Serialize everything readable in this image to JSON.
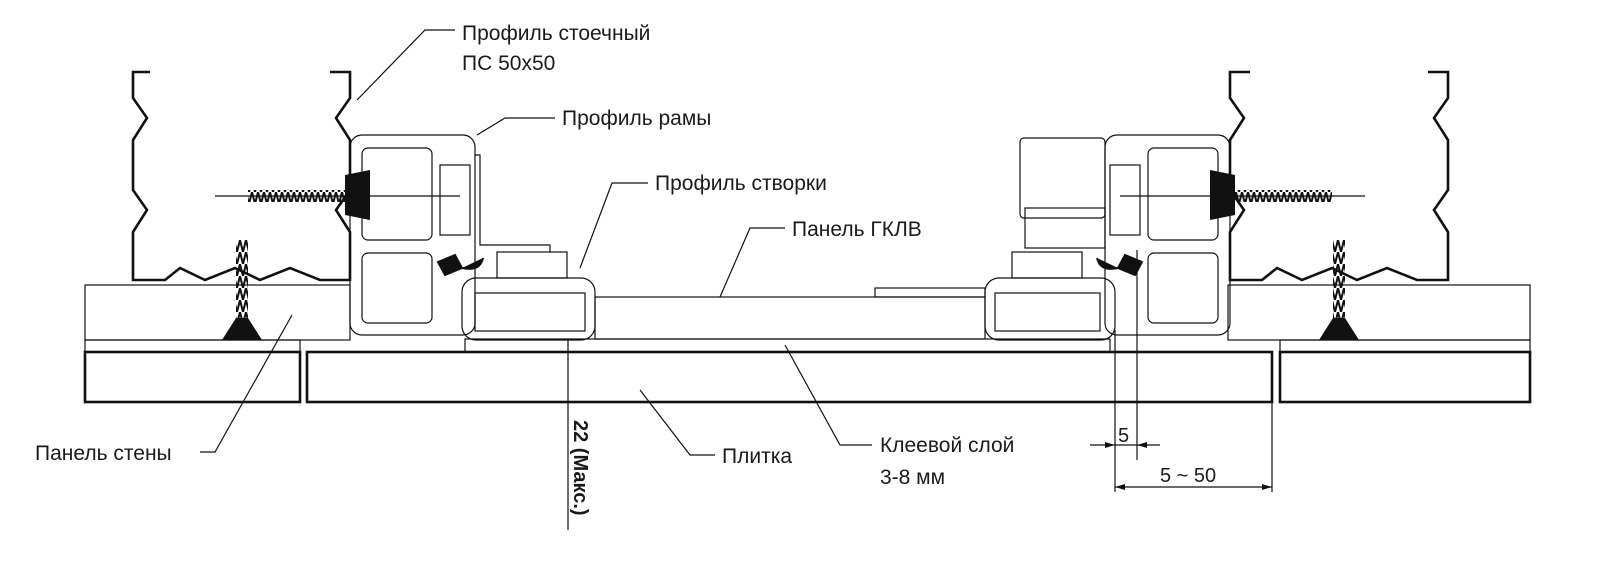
{
  "labels": {
    "stud_profile_line1": "Профиль стоечный",
    "stud_profile_line2": "ПС 50х50",
    "frame_profile": "Профиль рамы",
    "sash_profile": "Профиль створки",
    "gklv_panel": "Панель ГКЛВ",
    "wall_panel": "Панель стены",
    "tile": "Плитка",
    "adhesive_line1": "Клеевой слой",
    "adhesive_line2": "3-8 мм"
  },
  "dimensions": {
    "max_height": "22 (Макс.)",
    "gap": "5",
    "offset_range": "5 ~ 50"
  }
}
